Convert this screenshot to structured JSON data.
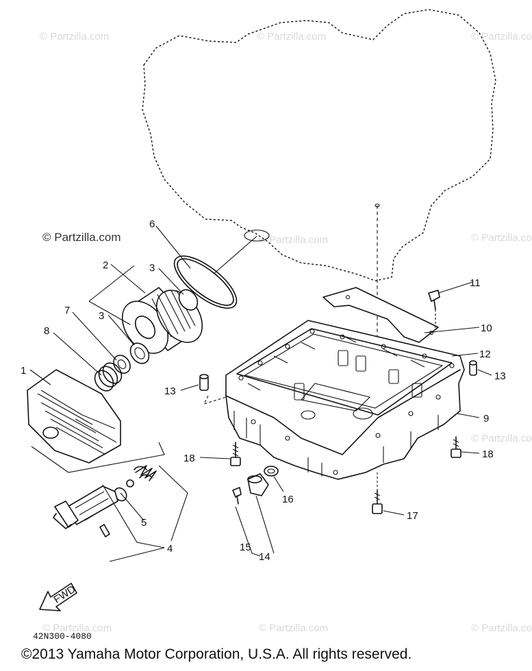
{
  "watermarks": {
    "main": "© Partzilla.com",
    "faint": "© Partzilla.com"
  },
  "part_labels": [
    "1",
    "2",
    "3",
    "3",
    "4",
    "5",
    "6",
    "7",
    "8",
    "9",
    "10",
    "11",
    "12",
    "13",
    "13",
    "14",
    "15",
    "16",
    "17",
    "18",
    "18"
  ],
  "fwd_label": "FWD",
  "diagram_code": "42N300-4080",
  "copyright": "©2013 Yamaha Motor Corporation, U.S.A. All rights reserved."
}
